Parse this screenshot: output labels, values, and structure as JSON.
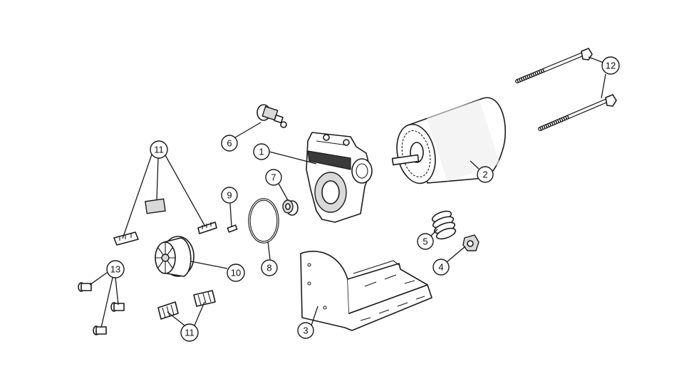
{
  "callouts": {
    "c1": "1",
    "c2": "2",
    "c3": "3",
    "c4": "4",
    "c5": "5",
    "c6": "6",
    "c7": "7",
    "c8": "8",
    "c9": "9",
    "c10": "10",
    "c11_top": "11",
    "c11_bottom": "11",
    "c12": "12",
    "c13": "13"
  }
}
